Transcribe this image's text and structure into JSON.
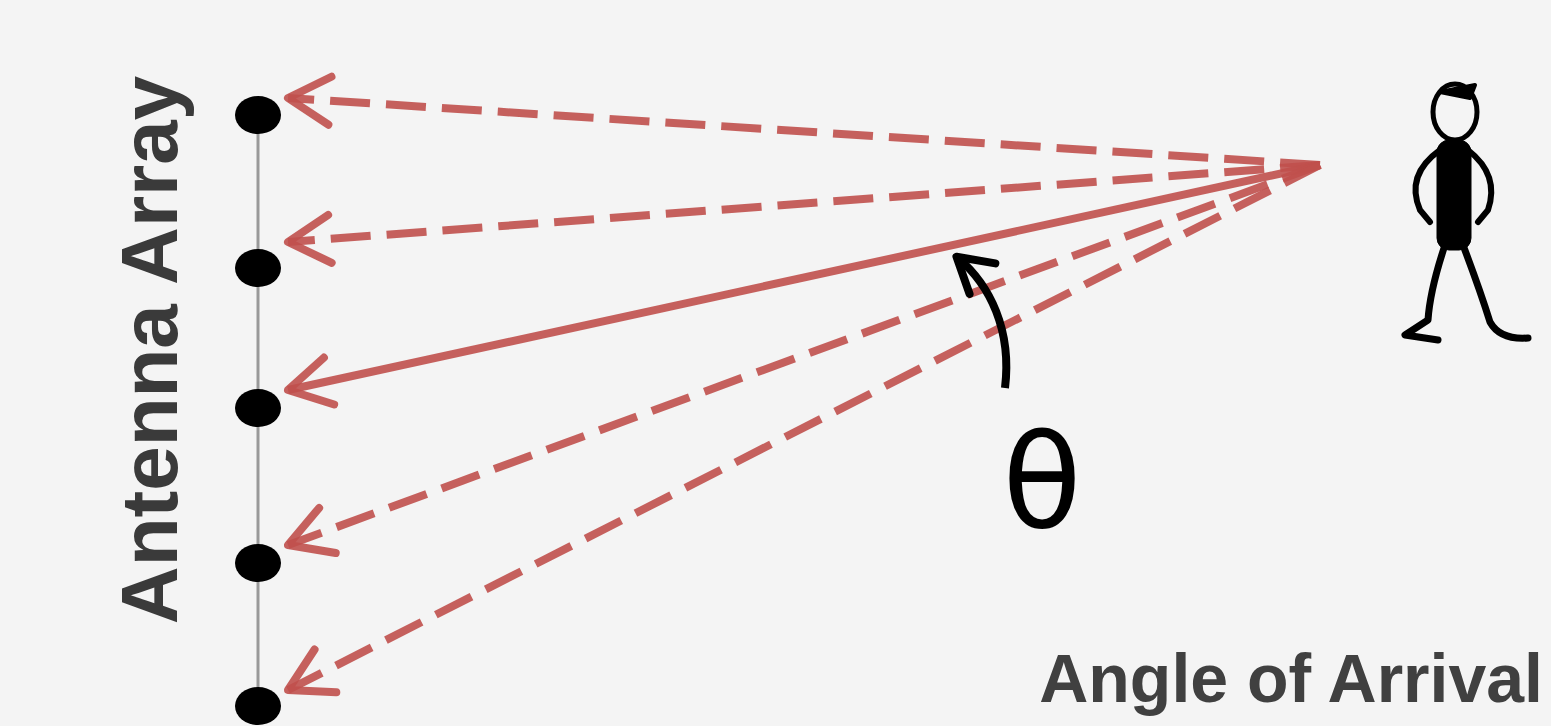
{
  "diagram": {
    "labels": [
      "Antenna Array",
      "θ",
      "Angle of Arrival"
    ]
  }
}
